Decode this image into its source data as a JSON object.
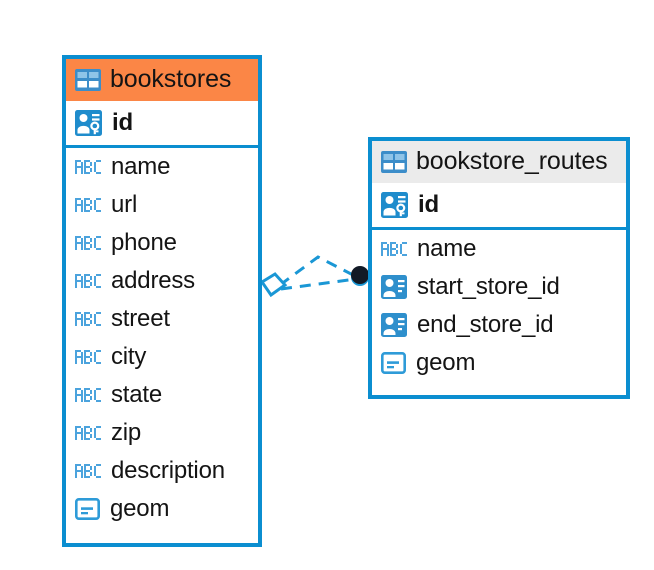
{
  "diagram": {
    "type": "entity-relationship-diagram",
    "background_color": "#ffffff",
    "accent_color": "#0b8ed0",
    "highlight_color": "#fb8646",
    "tables": [
      {
        "name": "bookstores",
        "header_style": "orange",
        "header_icon": "table-icon",
        "primary_key": {
          "name": "id",
          "icon": "primary-key-icon",
          "type_hint": "key"
        },
        "fields": [
          {
            "name": "name",
            "icon": "abc-icon"
          },
          {
            "name": "url",
            "icon": "abc-icon"
          },
          {
            "name": "phone",
            "icon": "abc-icon"
          },
          {
            "name": "address",
            "icon": "abc-icon"
          },
          {
            "name": "street",
            "icon": "abc-icon"
          },
          {
            "name": "city",
            "icon": "abc-icon"
          },
          {
            "name": "state",
            "icon": "abc-icon"
          },
          {
            "name": "zip",
            "icon": "abc-icon"
          },
          {
            "name": "description",
            "icon": "abc-icon"
          },
          {
            "name": "geom",
            "icon": "geometry-icon"
          }
        ]
      },
      {
        "name": "bookstore_routes",
        "header_style": "grey",
        "header_icon": "table-icon",
        "primary_key": {
          "name": "id",
          "icon": "primary-key-icon",
          "type_hint": "key"
        },
        "fields": [
          {
            "name": "name",
            "icon": "abc-icon"
          },
          {
            "name": "start_store_id",
            "icon": "foreign-key-icon"
          },
          {
            "name": "end_store_id",
            "icon": "foreign-key-icon"
          },
          {
            "name": "geom",
            "icon": "geometry-icon"
          }
        ]
      }
    ],
    "relationship": {
      "style": "dashed",
      "color": "#1a97d5",
      "source_marker": "polygon-marker",
      "target_marker": "filled-circle-marker"
    }
  }
}
